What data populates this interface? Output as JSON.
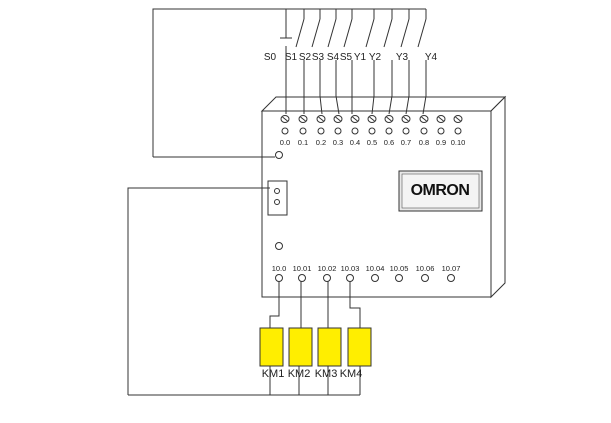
{
  "switch_labels": [
    "S0",
    "S1",
    "S2",
    "S3",
    "S4",
    "S5",
    "Y1",
    "Y2",
    "Y3",
    "Y4"
  ],
  "input_terminals": [
    "0.0",
    "0.1",
    "0.2",
    "0.3",
    "0.4",
    "0.5",
    "0.6",
    "0.7",
    "0.8",
    "0.9",
    "0.10"
  ],
  "output_terminals": [
    "10.0",
    "10.01",
    "10.02",
    "10.03",
    "10.04",
    "10.05",
    "10.06",
    "10.07"
  ],
  "coils": [
    "KM1",
    "KM2",
    "KM3",
    "KM4"
  ],
  "brand": "OMRON",
  "colors": {
    "coil_fill": "#ffee00",
    "line": "#333333",
    "brand_plate": "#e8e8e8"
  }
}
